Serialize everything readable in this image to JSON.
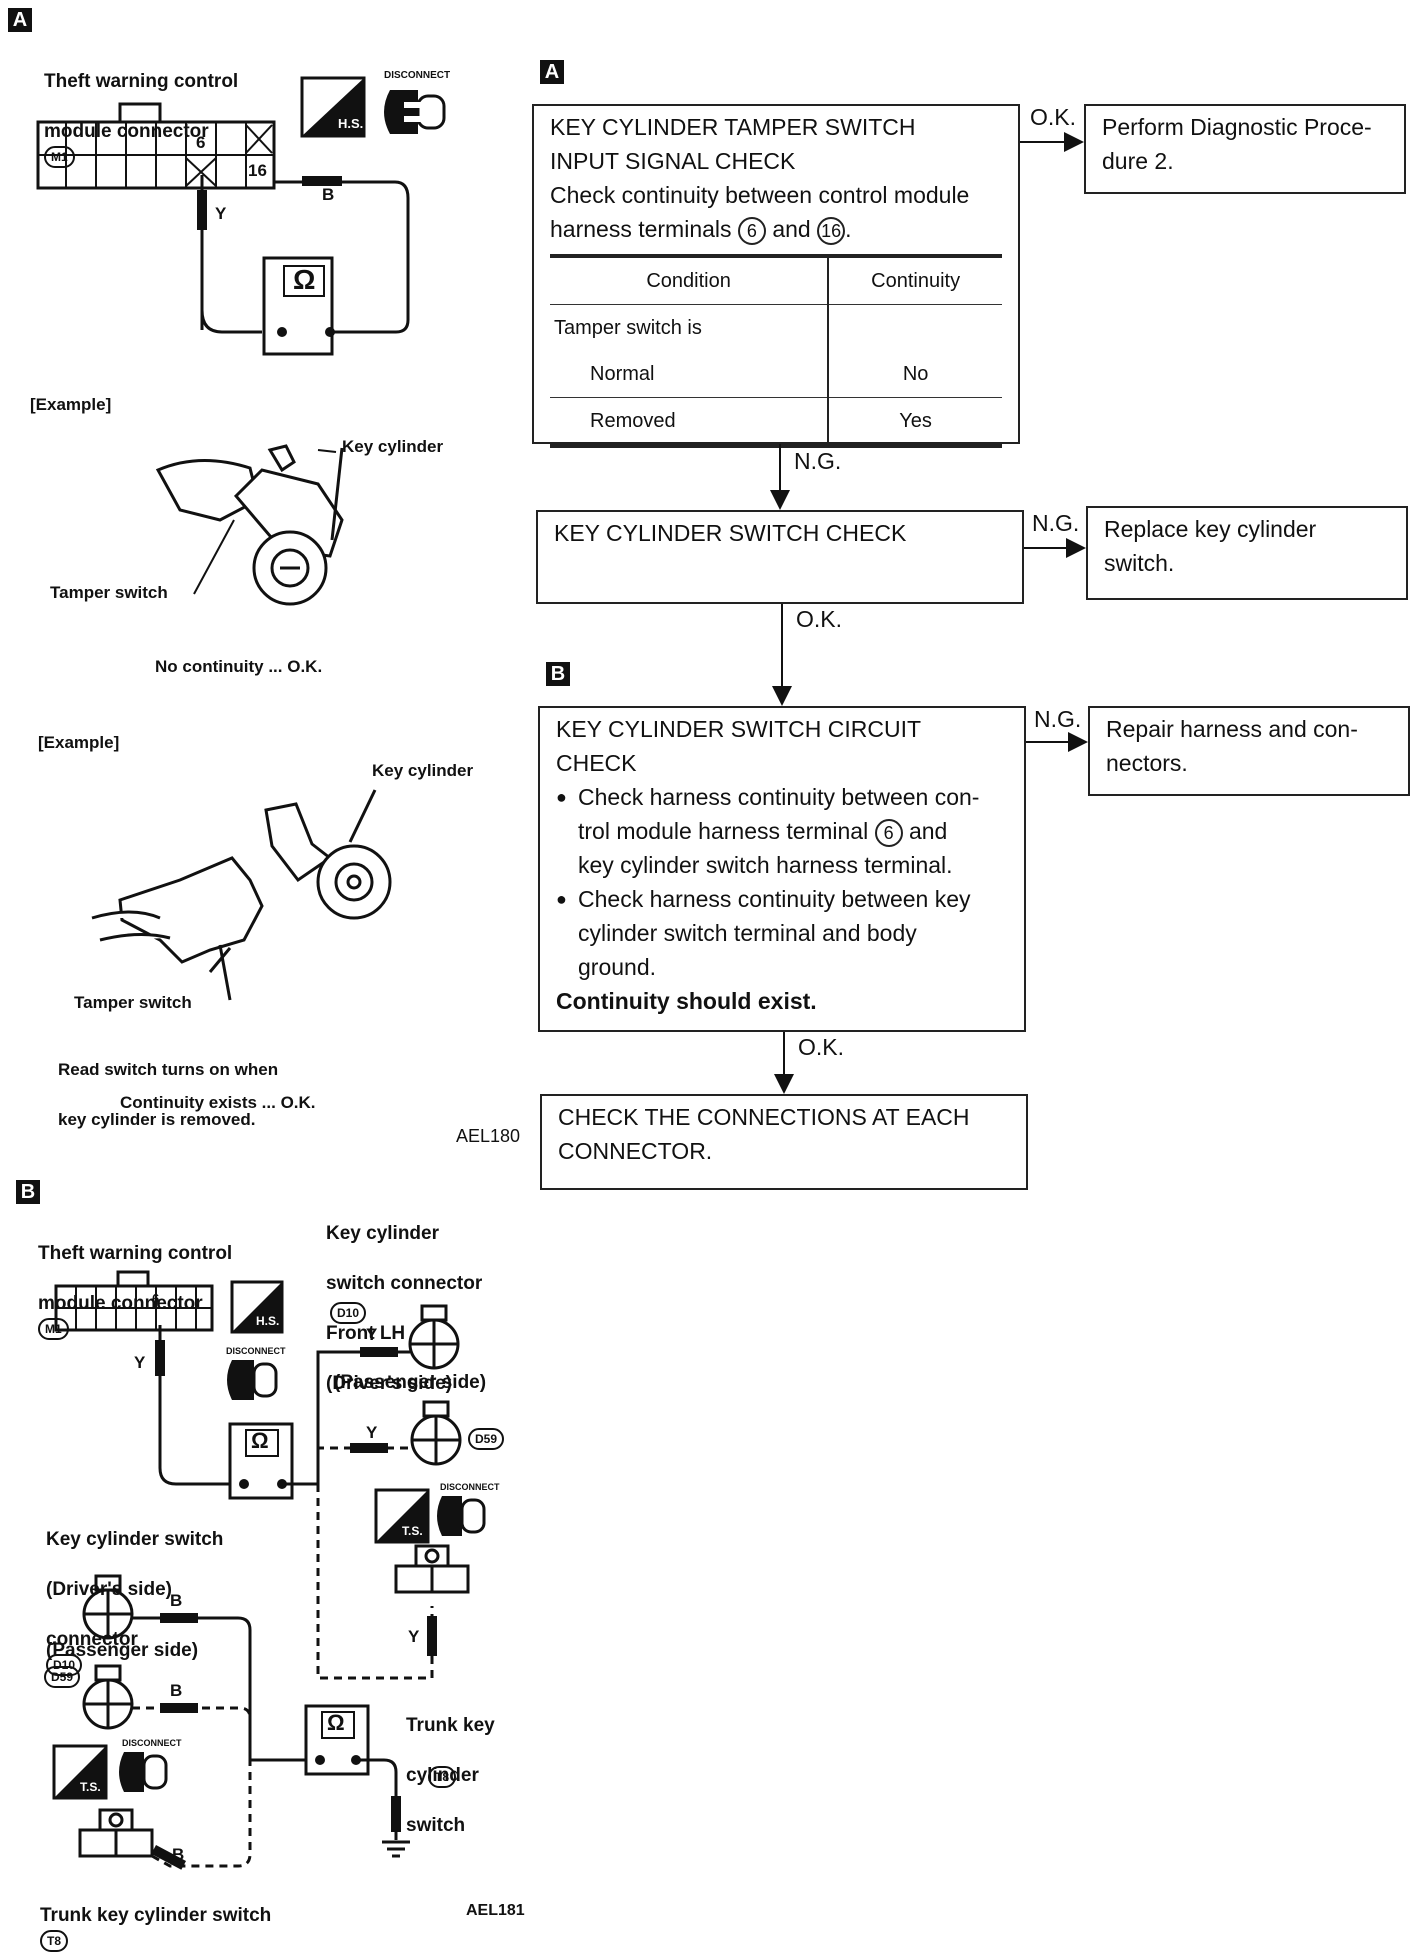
{
  "section_a": {
    "tag": "A",
    "connector_label_line1": "Theft warning control",
    "connector_label_line2": "module connector",
    "connector_badge": "M1",
    "hs_icon": "harness-side-icon",
    "hs_text": "H.S.",
    "disconnect_text": "DISCONNECT",
    "pin_6": "6",
    "pin_16": "16",
    "wire_y": "Y",
    "wire_b": "B",
    "ohm": "Ω",
    "example1": "[Example]",
    "key_cylinder1": "Key cylinder",
    "tamper_switch1": "Tamper switch",
    "result1": "No continuity ... O.K.",
    "example2": "[Example]",
    "key_cylinder2": "Key cylinder",
    "tamper_switch2": "Tamper switch",
    "note2_line1": "Read switch turns on when",
    "note2_line2": "key cylinder is removed.",
    "result2": "Continuity exists ... O.K.",
    "ref": "AEL180"
  },
  "flow": {
    "tag_a": "A",
    "tag_b": "B",
    "box1": {
      "title_line1": "KEY CYLINDER TAMPER SWITCH",
      "title_line2": "INPUT SIGNAL CHECK",
      "desc_line1": "Check continuity between control module",
      "desc_line2_prefix": "harness terminals",
      "term_a": "6",
      "and": "and",
      "term_b": "16",
      "table_head": [
        "Condition",
        "Continuity"
      ],
      "table_group": "Tamper switch is",
      "rows": [
        {
          "condition": "Normal",
          "continuity": "No"
        },
        {
          "condition": "Removed",
          "continuity": "Yes"
        }
      ]
    },
    "ok1": "O.K.",
    "result_ok1_line1": "Perform Diagnostic Proce-",
    "result_ok1_line2": "dure 2.",
    "ng1": "N.G.",
    "box2_title": "KEY CYLINDER SWITCH CHECK",
    "ng2": "N.G.",
    "result_ng2_line1": "Replace key cylinder",
    "result_ng2_line2": "switch.",
    "ok2": "O.K.",
    "box3": {
      "title_line1": "KEY CYLINDER SWITCH CIRCUIT",
      "title_line2": "CHECK",
      "b1_line1": "Check harness continuity between con-",
      "b1_line2_prefix": "trol module harness terminal",
      "b1_term": "6",
      "b1_line2_suffix": "and",
      "b1_line3": "key cylinder switch harness terminal.",
      "b2_line1": "Check harness continuity between key",
      "b2_line2": "cylinder switch terminal and body",
      "b2_line3": "ground.",
      "conclusion": "Continuity should exist."
    },
    "ng3": "N.G.",
    "result_ng3_line1": "Repair harness and con-",
    "result_ng3_line2": "nectors.",
    "ok3": "O.K.",
    "box4_line1": "CHECK THE CONNECTIONS AT EACH",
    "box4_line2": "CONNECTOR."
  },
  "section_b": {
    "tag": "B",
    "conn_label_line1": "Theft warning control",
    "conn_label_line2": "module connector",
    "conn_badge": "M1",
    "hs_text": "H.S.",
    "disconnect_text": "DISCONNECT",
    "pin_6": "6",
    "wire_y": "Y",
    "kc_conn_line1": "Key cylinder",
    "kc_conn_line2": "switch connector",
    "kc_conn_line3": "Front LH",
    "kc_conn_line4": "(Driver's side)",
    "kc_badge_d10": "D10",
    "passenger_side": "(Passenger side)",
    "badge_d59": "D59",
    "ts_text": "T.S.",
    "disconnect_text2": "DISCONNECT",
    "wire_y2": "Y",
    "wire_y3": "Y",
    "wire_y4": "Y",
    "ohm": "Ω",
    "ksw_line1": "Key cylinder switch",
    "ksw_line2": "(Driver's side)",
    "ksw_line3": "connector",
    "ksw_badge": "D10",
    "wire_b1": "B",
    "passenger_side2": "(Passenger side)",
    "badge_d59_2": "D59",
    "wire_b2": "B",
    "ts_text2": "T.S.",
    "disconnect_text3": "DISCONNECT",
    "wire_b3": "B",
    "trunk_line1": "Trunk key",
    "trunk_line2": "cylinder",
    "trunk_line3": "switch",
    "trunk_badge": "T8",
    "trunk_bottom": "Trunk key cylinder switch",
    "trunk_bottom_badge": "T8",
    "ref": "AEL181"
  }
}
